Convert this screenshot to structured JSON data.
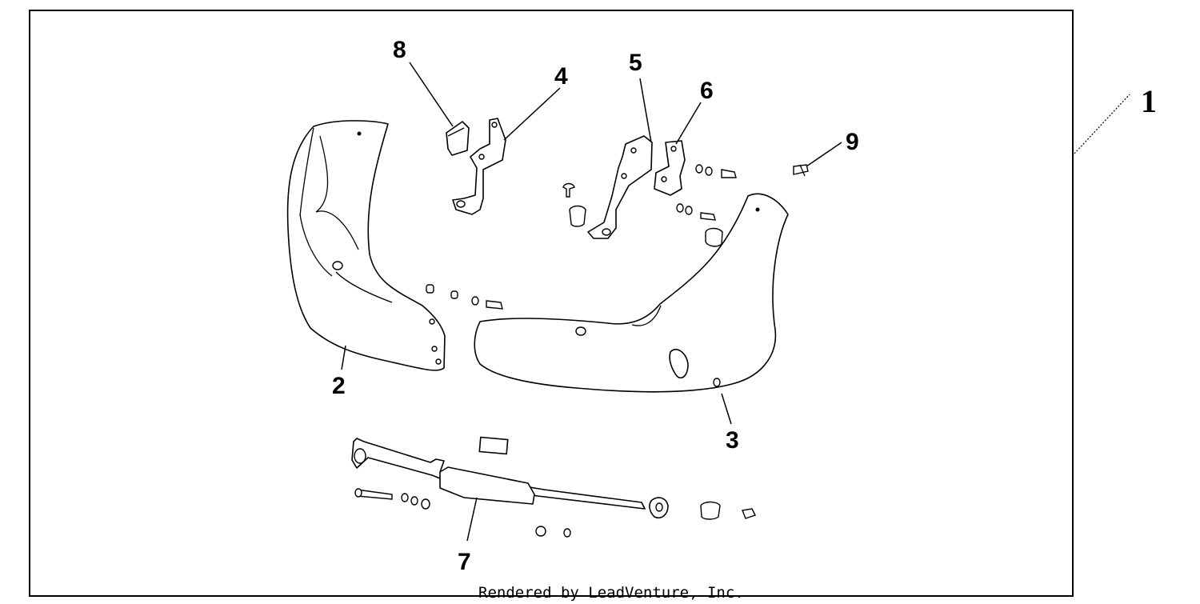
{
  "callouts": {
    "c1": "1",
    "c2": "2",
    "c3": "3",
    "c4": "4",
    "c5": "5",
    "c6": "6",
    "c7": "7",
    "c8": "8",
    "c9": "9"
  },
  "footer": {
    "credit": "Rendered by LeadVenture, Inc."
  }
}
